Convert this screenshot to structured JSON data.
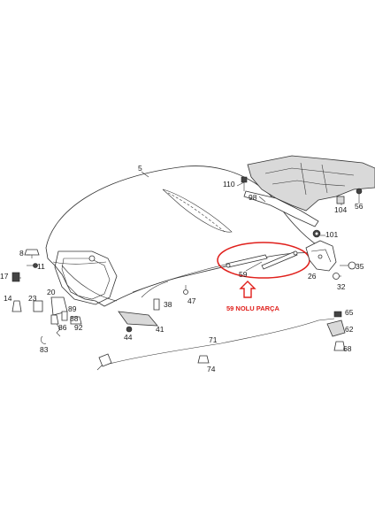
{
  "labels": {
    "l5": "5",
    "l110": "110",
    "l98": "98",
    "l104": "104",
    "l56": "56",
    "l101": "101",
    "l8": "8",
    "l11": "11",
    "l17": "17",
    "l14": "14",
    "l23": "23",
    "l20": "20",
    "l89": "89",
    "l88": "88",
    "l86": "86",
    "l92": "92",
    "l83": "83",
    "l38": "38",
    "l47": "47",
    "l44": "44",
    "l41": "41",
    "l59": "59",
    "l35": "35",
    "l26": "26",
    "l32": "32",
    "l65": "65",
    "l62": "62",
    "l68": "68",
    "l71": "71",
    "l74": "74"
  },
  "annotation": {
    "text": "59 NOLU PARÇA",
    "color": "#e0201c"
  }
}
